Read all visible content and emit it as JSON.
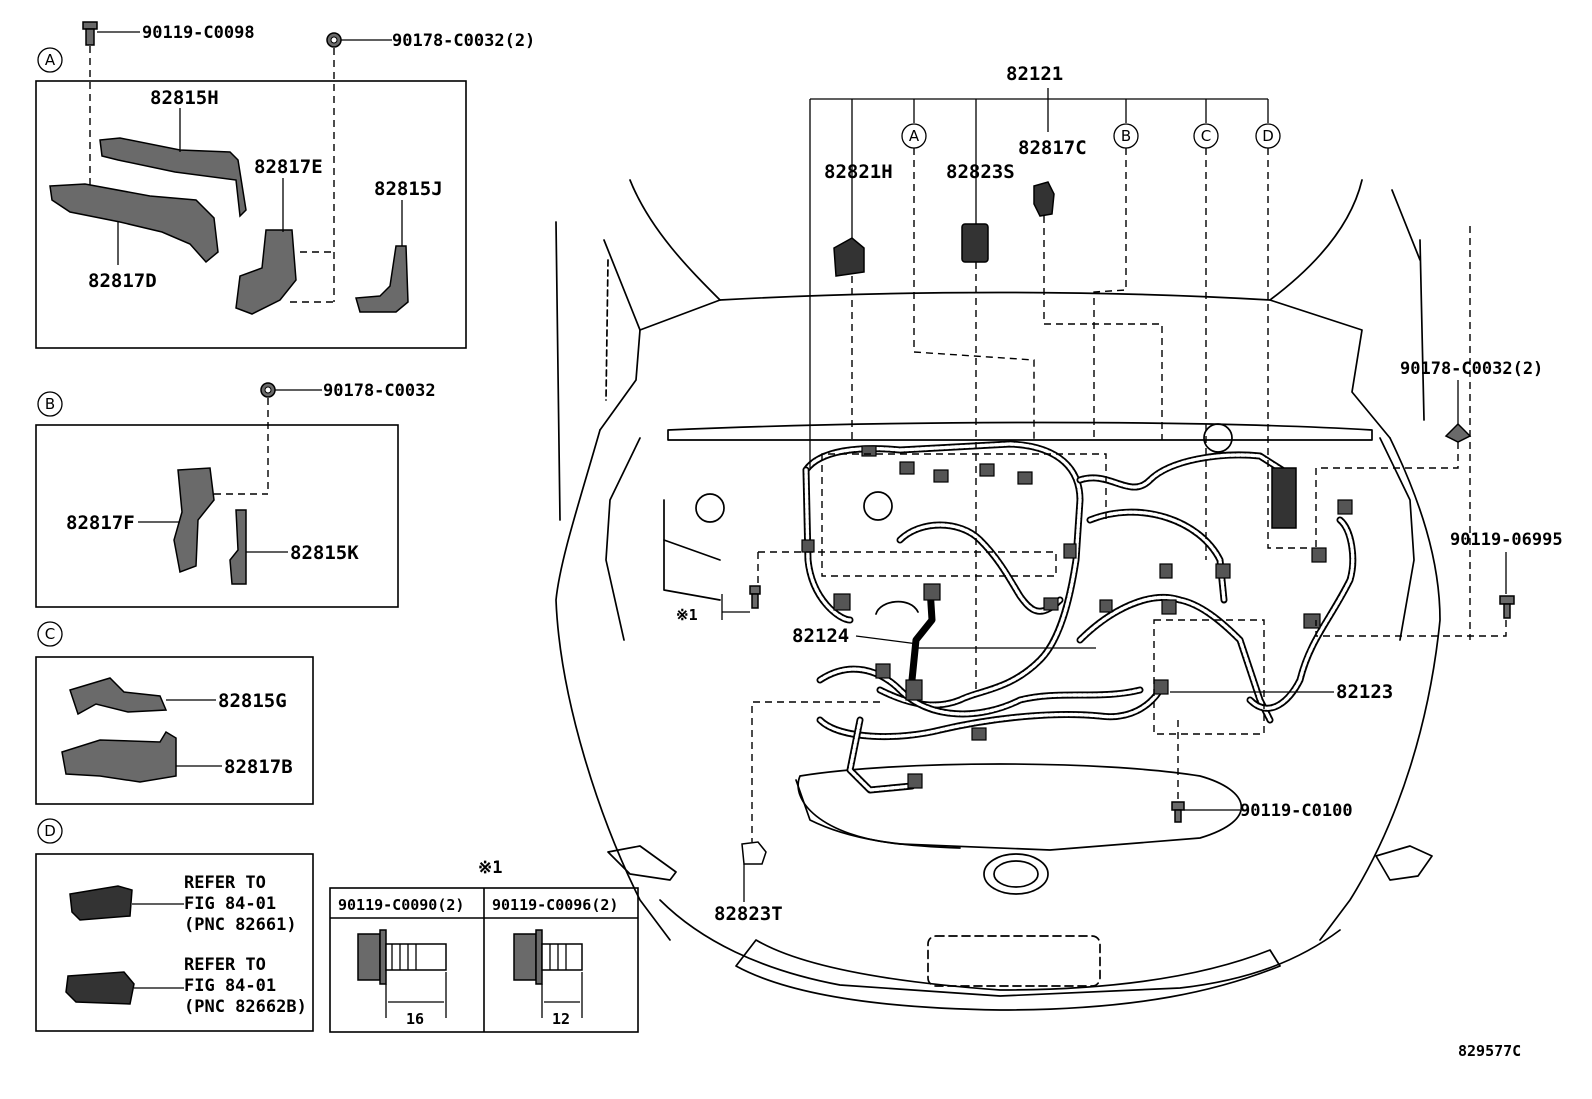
{
  "figure_id": "829577C",
  "note_symbol": "※1",
  "panels": [
    {
      "letter": "A",
      "parts": [
        "82815H",
        "82817D",
        "82817E",
        "82815J"
      ],
      "fasteners": [
        "90119-C0098",
        "90178-C0032(2)"
      ]
    },
    {
      "letter": "B",
      "parts": [
        "82817F",
        "82815K"
      ],
      "fasteners": [
        "90178-C0032"
      ]
    },
    {
      "letter": "C",
      "parts": [
        "82815G",
        "82817B"
      ]
    },
    {
      "letter": "D",
      "refs": [
        {
          "line1": "REFER TO",
          "line2": "FIG 84-01",
          "line3": "(PNC 82661)"
        },
        {
          "line1": "REFER TO",
          "line2": "FIG 84-01",
          "line3": "(PNC 82662B)"
        }
      ]
    }
  ],
  "bolt_table": {
    "header": "※1",
    "columns": [
      {
        "part": "90119-C0090(2)",
        "length": "16"
      },
      {
        "part": "90119-C0096(2)",
        "length": "12"
      }
    ]
  },
  "main": {
    "harness": "82121",
    "callouts_top": [
      "A",
      "B",
      "C",
      "D"
    ],
    "parts": [
      "82821H",
      "82823S",
      "82817C",
      "82124",
      "82123",
      "82823T"
    ],
    "fasteners": [
      "90178-C0032(2)",
      "90119-06995",
      "90119-C0100"
    ]
  }
}
